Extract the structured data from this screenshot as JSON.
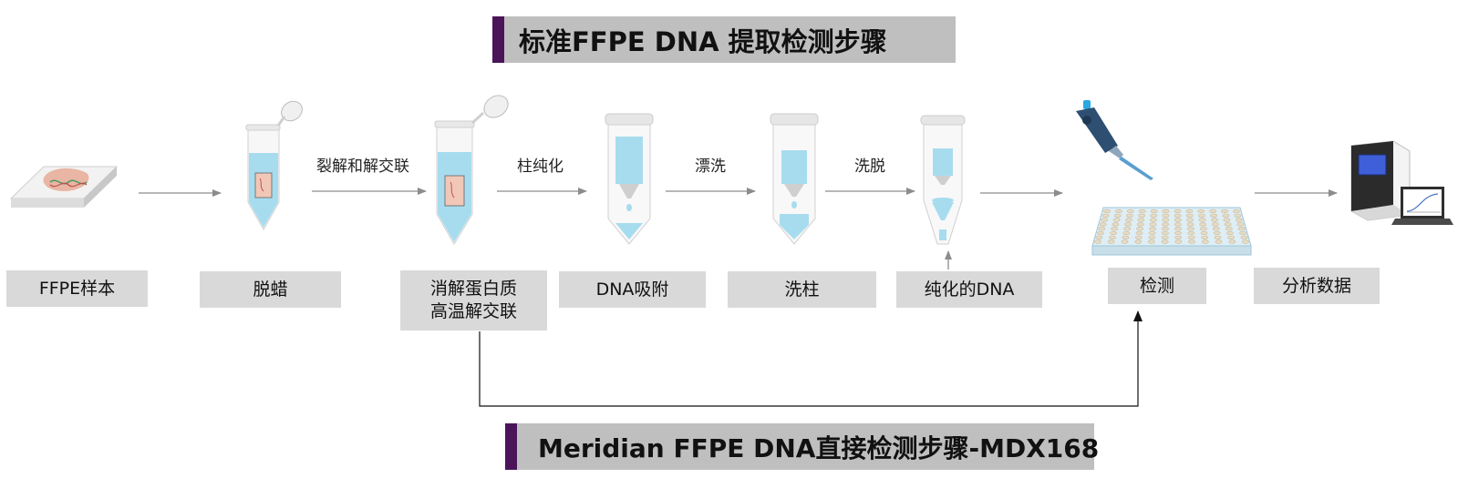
{
  "title_top": "标准FFPE DNA 提取检测步骤",
  "title_bottom": "Meridian FFPE DNA直接检测步骤-MDX168",
  "steps": [
    {
      "label": "FFPE样本"
    },
    {
      "label": "脱蜡"
    },
    {
      "label_line1": "消解蛋白质",
      "label_line2": "高温解交联"
    },
    {
      "label": "DNA吸附"
    },
    {
      "label": "洗柱"
    },
    {
      "label": "纯化的DNA"
    },
    {
      "label": "检测"
    },
    {
      "label": "分析数据"
    }
  ],
  "transitions": [
    "裂解和解交联",
    "柱纯化",
    "漂洗",
    "洗脱"
  ],
  "colors": {
    "banner_accent": "#4b1459",
    "banner_bg": "#bfbfbf",
    "box_bg": "#d9d9d9",
    "liquid": "#a7dcef",
    "arrow": "#8c8c8c"
  },
  "icons": [
    "slide-icon",
    "tube-icon",
    "column-icon",
    "pipette-icon",
    "plate-icon",
    "instrument-icon",
    "laptop-icon"
  ]
}
